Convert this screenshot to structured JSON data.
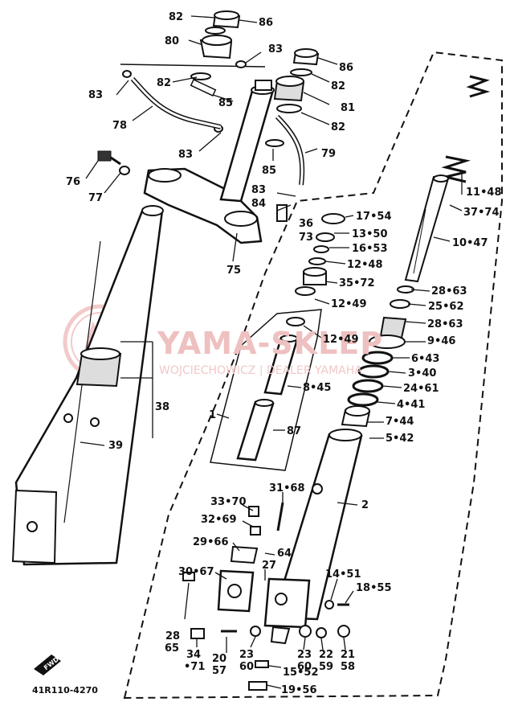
{
  "watermark": {
    "title": "YAMA-SKLEP",
    "subtitle": "WOJCIECHOWICZ | DEALER YAMAHA",
    "logo_color": "#e8a0a0"
  },
  "drawing_code": "41R110-4270",
  "fwd_label": "FWD",
  "callouts": [
    {
      "id": "82a",
      "text": "82"
    },
    {
      "id": "86a",
      "text": "86"
    },
    {
      "id": "80",
      "text": "80"
    },
    {
      "id": "83a",
      "text": "83"
    },
    {
      "id": "86b",
      "text": "86"
    },
    {
      "id": "83b",
      "text": "83"
    },
    {
      "id": "82b",
      "text": "82"
    },
    {
      "id": "82c",
      "text": "82"
    },
    {
      "id": "85a",
      "text": "85"
    },
    {
      "id": "81",
      "text": "81"
    },
    {
      "id": "78",
      "text": "78"
    },
    {
      "id": "82d",
      "text": "82"
    },
    {
      "id": "83c",
      "text": "83"
    },
    {
      "id": "79",
      "text": "79"
    },
    {
      "id": "76",
      "text": "76"
    },
    {
      "id": "85b",
      "text": "85"
    },
    {
      "id": "77",
      "text": "77"
    },
    {
      "id": "83d",
      "text": "83"
    },
    {
      "id": "84",
      "text": "84"
    },
    {
      "id": "11-48",
      "text": "11•48"
    },
    {
      "id": "37-74",
      "text": "37•74"
    },
    {
      "id": "36",
      "text": "36"
    },
    {
      "id": "17-54",
      "text": "17•54"
    },
    {
      "id": "73",
      "text": "73"
    },
    {
      "id": "13-50",
      "text": "13•50"
    },
    {
      "id": "10-47",
      "text": "10•47"
    },
    {
      "id": "16-53",
      "text": "16•53"
    },
    {
      "id": "12-48a",
      "text": "12•48"
    },
    {
      "id": "75",
      "text": "75"
    },
    {
      "id": "35-72",
      "text": "35•72"
    },
    {
      "id": "28-63a",
      "text": "28•63"
    },
    {
      "id": "25-62",
      "text": "25•62"
    },
    {
      "id": "12-49a",
      "text": "12•49"
    },
    {
      "id": "28-63b",
      "text": "28•63"
    },
    {
      "id": "12-49b",
      "text": "12•49"
    },
    {
      "id": "9-46",
      "text": "9•46"
    },
    {
      "id": "6-43",
      "text": "6•43"
    },
    {
      "id": "3-40",
      "text": "3•40"
    },
    {
      "id": "24-61",
      "text": "24•61"
    },
    {
      "id": "8-45",
      "text": "8•45"
    },
    {
      "id": "4-41",
      "text": "4•41"
    },
    {
      "id": "38",
      "text": "38"
    },
    {
      "id": "1",
      "text": "1"
    },
    {
      "id": "7-44",
      "text": "7•44"
    },
    {
      "id": "87",
      "text": "87"
    },
    {
      "id": "5-42",
      "text": "5•42"
    },
    {
      "id": "39",
      "text": "39"
    },
    {
      "id": "31-68",
      "text": "31•68"
    },
    {
      "id": "33-70",
      "text": "33•70"
    },
    {
      "id": "2",
      "text": "2"
    },
    {
      "id": "32-69",
      "text": "32•69"
    },
    {
      "id": "29-66",
      "text": "29•66"
    },
    {
      "id": "64",
      "text": "64"
    },
    {
      "id": "27",
      "text": "27"
    },
    {
      "id": "30-67",
      "text": "30•67"
    },
    {
      "id": "14-51",
      "text": "14•51"
    },
    {
      "id": "18-55",
      "text": "18•55"
    },
    {
      "id": "28",
      "text": "28"
    },
    {
      "id": "65",
      "text": "65"
    },
    {
      "id": "34",
      "text": "34"
    },
    {
      "id": "71",
      "text": "•71"
    },
    {
      "id": "20",
      "text": "20"
    },
    {
      "id": "57",
      "text": "57"
    },
    {
      "id": "23a",
      "text": "23"
    },
    {
      "id": "60a",
      "text": "60"
    },
    {
      "id": "23b",
      "text": "23"
    },
    {
      "id": "60b",
      "text": "60"
    },
    {
      "id": "22",
      "text": "22"
    },
    {
      "id": "59",
      "text": "59"
    },
    {
      "id": "21",
      "text": "21"
    },
    {
      "id": "58",
      "text": "58"
    },
    {
      "id": "15-52",
      "text": "15•52"
    },
    {
      "id": "19-56",
      "text": "19•56"
    }
  ]
}
